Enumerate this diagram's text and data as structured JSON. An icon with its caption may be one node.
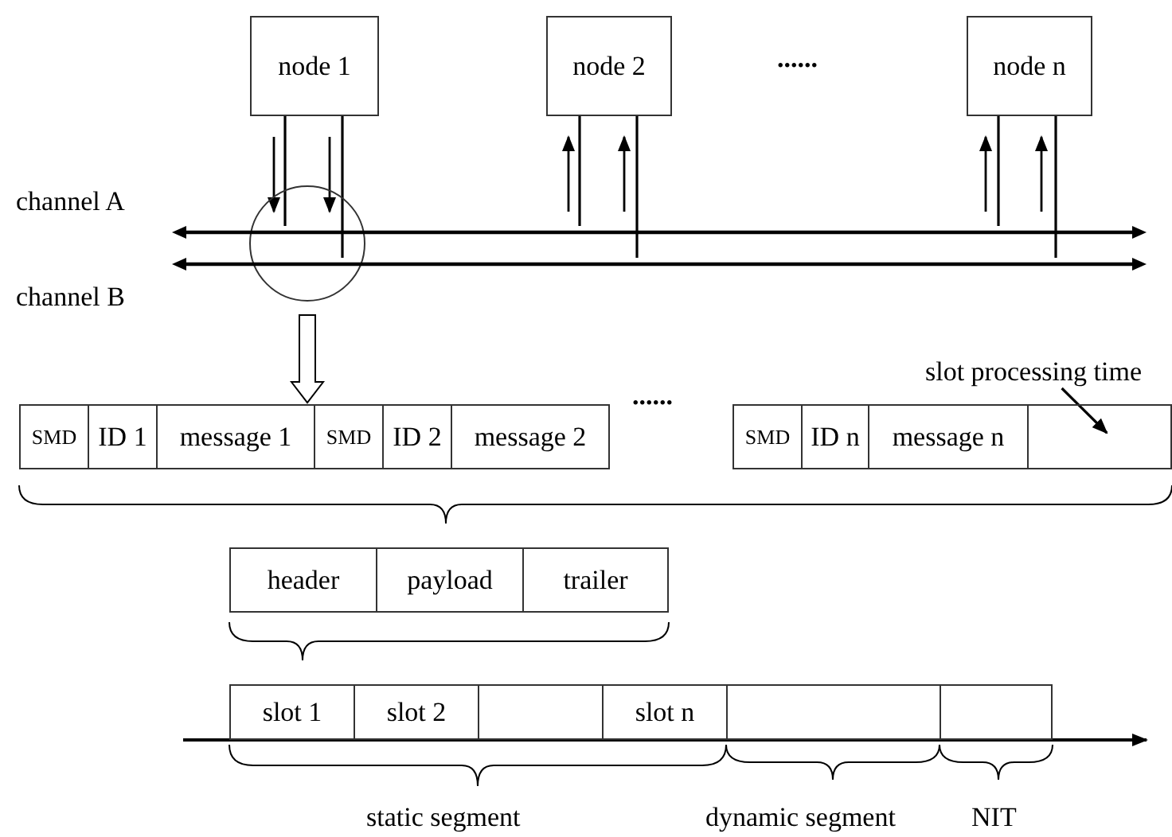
{
  "diagram": {
    "nodes": [
      {
        "text": [
          "node 1"
        ]
      },
      {
        "text": [
          "node 2"
        ]
      },
      {
        "text": [
          "node n"
        ]
      },
      {
        "text": [],
        "shape": "bar"
      },
      {
        "text": [],
        "shape": "bar"
      },
      {
        "text": [
          "slot processing time"
        ]
      },
      {
        "text": [
          "SMD"
        ]
      },
      {
        "text": [
          "ID 1"
        ]
      },
      {
        "text": [
          "message 1"
        ]
      },
      {
        "text": [
          "SMD"
        ]
      },
      {
        "text": [
          "ID 2"
        ]
      },
      {
        "text": [
          "message 2"
        ]
      },
      {
        "text": [
          "SMD"
        ]
      },
      {
        "text": [
          "ID n"
        ]
      },
      {
        "text": [
          "message n"
        ]
      },
      {
        "text": [],
        "shape": "box"
      },
      {
        "text": [
          "header"
        ]
      },
      {
        "text": [
          "payload"
        ]
      },
      {
        "text": [
          "trailer"
        ]
      },
      {
        "text": [
          "slot 1"
        ]
      },
      {
        "text": [
          "slot 2"
        ]
      },
      {
        "text": [],
        "shape": "box"
      },
      {
        "text": [
          "slot n"
        ]
      },
      {
        "text": [],
        "shape": "box"
      },
      {
        "text": [],
        "shape": "box"
      }
    ],
    "edges": [
      {
        "from": 0,
        "to": 3,
        "arrow": "none"
      },
      {
        "from": 0,
        "to": 4,
        "arrow": "none"
      },
      {
        "from": 1,
        "to": 3,
        "arrow": "none"
      },
      {
        "from": 1,
        "to": 4,
        "arrow": "none"
      },
      {
        "from": 2,
        "to": 3,
        "arrow": "none"
      },
      {
        "from": 2,
        "to": 4,
        "arrow": "none"
      },
      {
        "from": 5,
        "to": 15,
        "arrow": "to"
      },
      {
        "from": null,
        "to": 8,
        "arrow": "to",
        "style": "thick"
      }
    ],
    "labels": [
      "......",
      "channel A",
      "channel B",
      "......",
      "static segment",
      "dynamic segment",
      "NIT"
    ]
  }
}
